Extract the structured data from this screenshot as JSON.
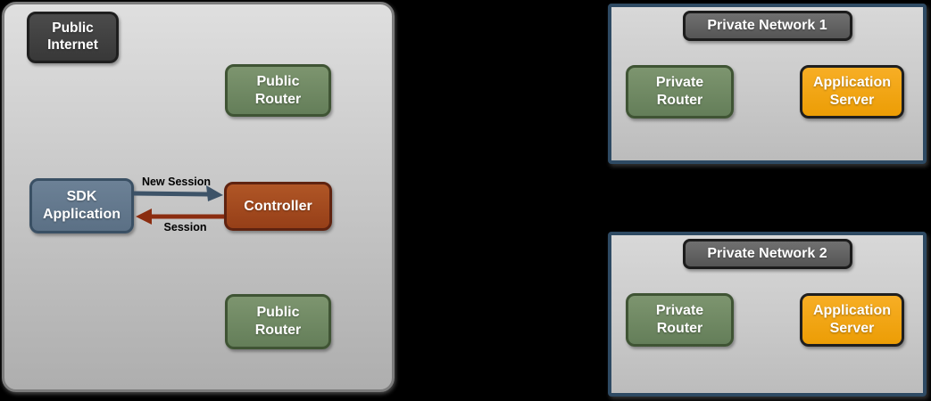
{
  "diagram": {
    "public_zone": {
      "label": "Public\nInternet",
      "public_router_top": "Public\nRouter",
      "sdk_application": "SDK\nApplication",
      "controller": "Controller",
      "public_router_bottom": "Public\nRouter",
      "arrow_new_session_label": "New Session",
      "arrow_session_label": "Session"
    },
    "private_networks": [
      {
        "title": "Private Network 1",
        "router": "Private\nRouter",
        "server": "Application\nServer"
      },
      {
        "title": "Private Network 2",
        "router": "Private\nRouter",
        "server": "Application\nServer"
      }
    ],
    "colors": {
      "canvas_background": "#000000",
      "zone_fill_top": "#dfdfdf",
      "zone_fill_bottom": "#aeaeae",
      "zone_border": "#7c7c7c",
      "dark_node_fill": "#414141",
      "green_node_fill": "#6f8a63",
      "green_node_border": "#3f5434",
      "slate_node_fill": "#64798c",
      "slate_node_border": "#3a5064",
      "rust_node_fill": "#a34a1e",
      "rust_node_border": "#5f2310",
      "orange_node_fill": "#f2a413",
      "network_border": "#2e4a63",
      "network_label_fill": "#626262",
      "arrow_new_session": "#3d5368",
      "arrow_session": "#8b2d10",
      "node_text": "#ffffff",
      "arrow_label_text": "#000000"
    }
  }
}
